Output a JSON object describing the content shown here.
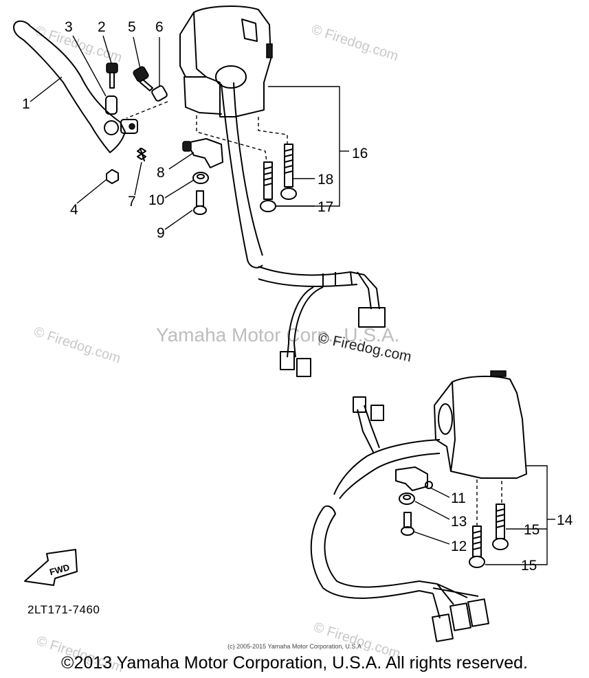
{
  "diagram": {
    "callouts": [
      "1",
      "2",
      "3",
      "4",
      "5",
      "6",
      "7",
      "8",
      "9",
      "10",
      "11",
      "12",
      "13",
      "14",
      "15",
      "15",
      "16",
      "17",
      "18"
    ],
    "drawing_code": "2LT171-7460",
    "fwd_label": "FWD",
    "watermark_center": "Yamaha Motor Corp., U.S.A.",
    "watermark_firedog": "Firedog.com",
    "watermark_firedog_symbol": "© Firedog.com",
    "fine_print": "(c) 2005-2015 Yamaha Motor Corporation, U.S.A",
    "copyright": "©2013 Yamaha Motor Corporation, U.S.A. All rights reserved."
  }
}
